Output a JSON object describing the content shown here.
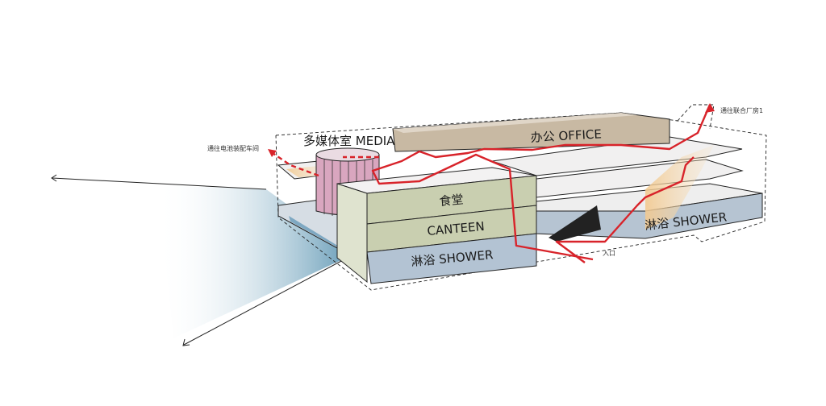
{
  "diagram": {
    "labels": {
      "media": "多媒体室 MEDIA",
      "office": "办公 OFFICE",
      "canteen_cn": "食堂",
      "canteen_en": "CANTEEN",
      "shower_front": "淋浴 SHOWER",
      "shower_right": "淋浴 SHOWER",
      "to_battery_workshop": "通往电池装配车间",
      "to_joint_plant": "通往联合厂房1",
      "entrance": "入口"
    },
    "colors": {
      "route": "#d8232a",
      "canteen": "#c9cfb0",
      "shower": "#b3c3d3",
      "media": "#d9a6bf",
      "office": "#c8b9a3",
      "slab": "#efeeee",
      "shadow": "#6fa3be"
    }
  }
}
